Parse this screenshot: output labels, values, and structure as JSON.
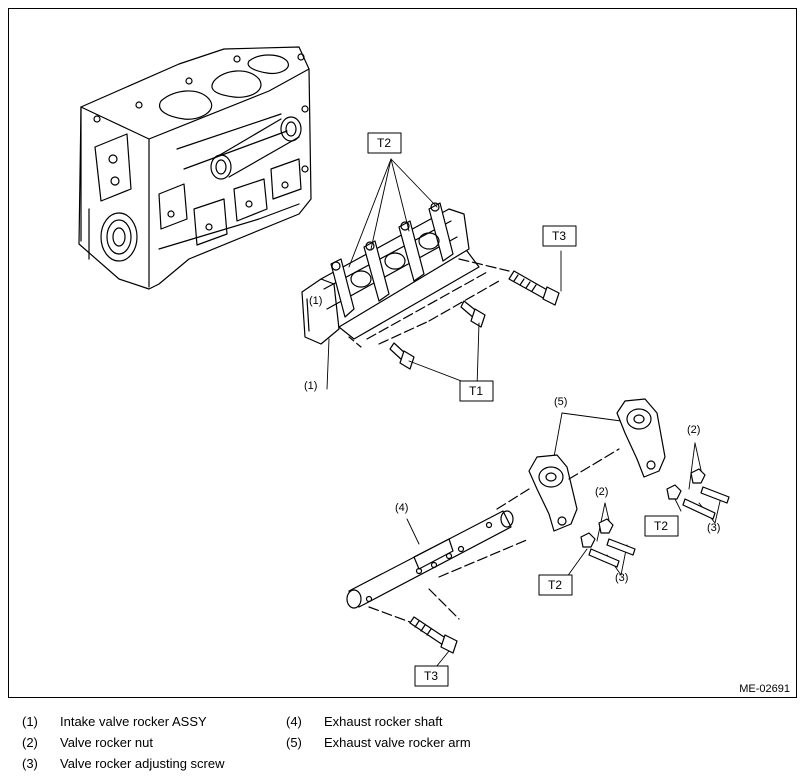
{
  "figure_id": "ME-02691",
  "callouts": {
    "c1": "(1)",
    "c1_small": "(1)",
    "c2a": "(2)",
    "c2b": "(2)",
    "c3a": "(3)",
    "c3b": "(3)",
    "c4": "(4)",
    "c5": "(5)"
  },
  "torque_boxes": {
    "t2_top": "T2",
    "t3_top": "T3",
    "t1": "T1",
    "t2_right": "T2",
    "t2_mid": "T2",
    "t3_bottom": "T3"
  },
  "legend": [
    {
      "num": "(1)",
      "text": "Intake valve rocker ASSY"
    },
    {
      "num": "(2)",
      "text": "Valve rocker nut"
    },
    {
      "num": "(3)",
      "text": "Valve rocker adjusting screw"
    },
    {
      "num": "(4)",
      "text": "Exhaust rocker shaft"
    },
    {
      "num": "(5)",
      "text": "Exhaust valve rocker arm"
    }
  ]
}
